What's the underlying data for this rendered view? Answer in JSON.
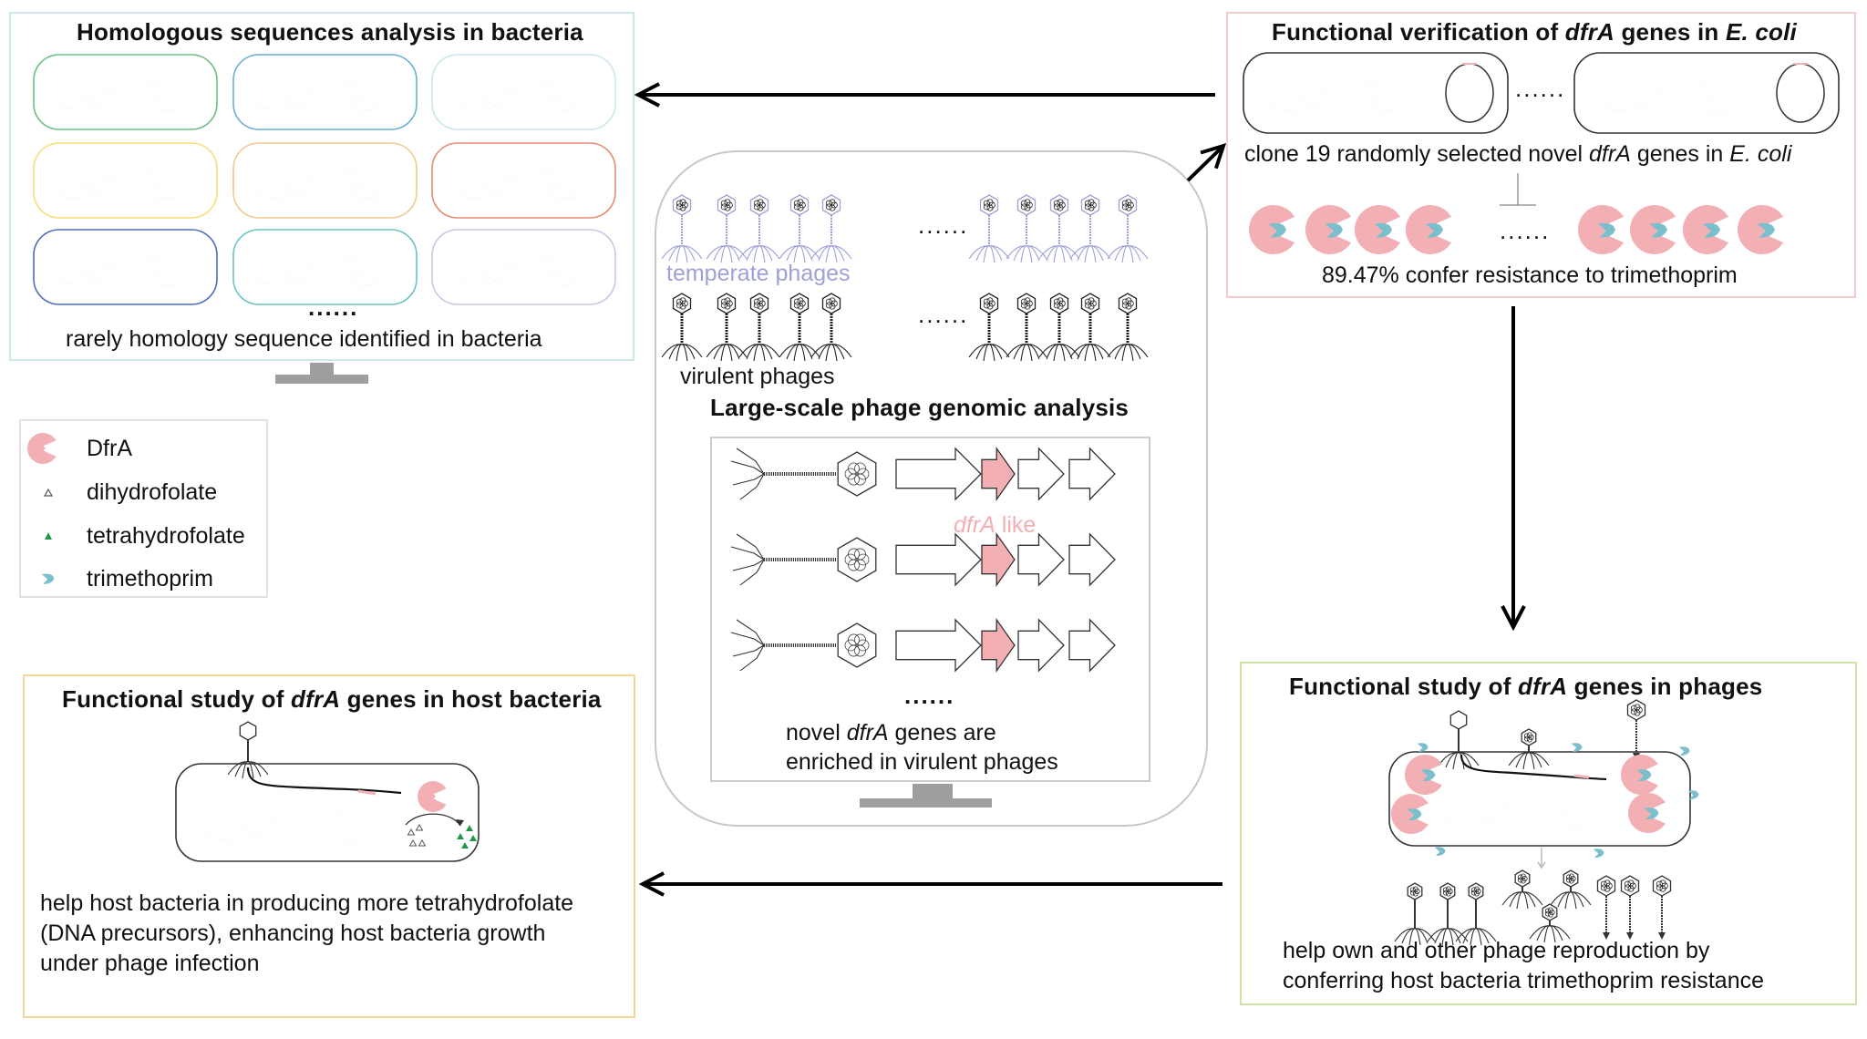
{
  "panels": {
    "homologous": {
      "title": "Homologous sequences analysis in bacteria",
      "caption": "rarely homology sequence identified in bacteria",
      "ellipsis": "......",
      "cell_border_colors": [
        "#6dbf86",
        "#6ab0d6",
        "#c9e6ec",
        "#f5df7a",
        "#f2c98e",
        "#e98a70",
        "#4f6cc0",
        "#6cc3c4",
        "#c9c7e6"
      ]
    },
    "verification": {
      "title_parts": [
        "Functional verification of ",
        "dfrA",
        " genes in ",
        "E. coli"
      ],
      "clone_parts": [
        "clone 19 randomly selected novel ",
        "dfrA",
        " genes in ",
        "E. coli"
      ],
      "result": "89.47% confer resistance to trimethoprim",
      "ellipsis": "......"
    },
    "genomic": {
      "temperate_label": "temperate phages",
      "virulent_label": "virulent phages",
      "title": "Large-scale phage genomic analysis",
      "dfra_like_parts": [
        "dfrA",
        " like"
      ],
      "caption_line1_parts": [
        "novel ",
        "dfrA",
        " genes are"
      ],
      "caption_line2": "enriched in virulent phages",
      "ellipsis": "......"
    },
    "host_study": {
      "title_parts": [
        "Functional study of ",
        "dfrA",
        " genes in host bacteria"
      ],
      "caption_lines": [
        "help host bacteria in producing more tetrahydrofolate",
        "(DNA precursors), enhancing host bacteria growth",
        "under phage infection"
      ]
    },
    "phage_study": {
      "title_parts": [
        "Functional study of ",
        "dfrA",
        " genes in phages"
      ],
      "caption_lines": [
        "help own and other phage reproduction by",
        "conferring host bacteria trimethoprim resistance"
      ]
    }
  },
  "legend": {
    "items": [
      {
        "icon": "dfra-enzyme-icon",
        "label": "DfrA"
      },
      {
        "icon": "open-triangle-icon",
        "label": "dihydrofolate"
      },
      {
        "icon": "green-triangle-icon",
        "label": "tetrahydrofolate"
      },
      {
        "icon": "trimethoprim-icon",
        "label": "trimethoprim"
      }
    ]
  },
  "colors": {
    "dfra_pink": "#f2b0b4",
    "trimethoprim_teal": "#7bbfcc",
    "temperate_lavender": "#9ea0d6",
    "tetrahydrofolate_green": "#1e9a4a",
    "homologous_border": "#cfe7ea",
    "verification_border": "#f6c9cc",
    "host_border": "#f5d59a",
    "phage_border": "#cfe2a6",
    "center_border": "#c8c8c8",
    "stand_gray": "#9e9e9e"
  },
  "stats": {
    "clones": 19,
    "resistance_percent": 89.47
  }
}
